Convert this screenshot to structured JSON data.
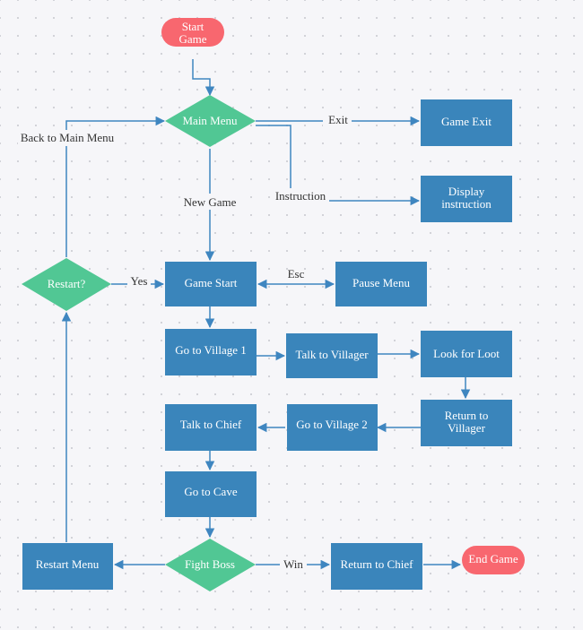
{
  "colors": {
    "process": "#3a85bb",
    "decision": "#51c794",
    "terminal": "#f8676f",
    "edge": "#3f86c0"
  },
  "nodes": {
    "start_game": {
      "lines": [
        "Start",
        "Game"
      ],
      "shape": "terminal"
    },
    "main_menu": {
      "lines": [
        "Main Menu"
      ],
      "shape": "decision"
    },
    "game_exit": {
      "lines": [
        "Game Exit"
      ],
      "shape": "process"
    },
    "display_instruction": {
      "lines": [
        "Display",
        "instruction"
      ],
      "shape": "process"
    },
    "restart_decision": {
      "lines": [
        "Restart?"
      ],
      "shape": "decision"
    },
    "game_start": {
      "lines": [
        "Game Start"
      ],
      "shape": "process"
    },
    "pause_menu": {
      "lines": [
        "Pause Menu"
      ],
      "shape": "process"
    },
    "go_to_village_1": {
      "lines": [
        "Go to Village 1"
      ],
      "shape": "process"
    },
    "talk_to_villager": {
      "lines": [
        "Talk to Villager"
      ],
      "shape": "process"
    },
    "look_for_loot": {
      "lines": [
        "Look for Loot"
      ],
      "shape": "process"
    },
    "return_to_villager": {
      "lines": [
        "Return to",
        "Villager"
      ],
      "shape": "process"
    },
    "go_to_village_2": {
      "lines": [
        "Go to Village 2"
      ],
      "shape": "process"
    },
    "talk_to_chief": {
      "lines": [
        "Talk to Chief"
      ],
      "shape": "process"
    },
    "go_to_cave": {
      "lines": [
        "Go to Cave"
      ],
      "shape": "process"
    },
    "fight_boss": {
      "lines": [
        "Fight Boss"
      ],
      "shape": "decision"
    },
    "restart_menu": {
      "lines": [
        "Restart Menu"
      ],
      "shape": "process"
    },
    "return_to_chief": {
      "lines": [
        "Return to Chief"
      ],
      "shape": "process"
    },
    "end_game": {
      "lines": [
        "End Game"
      ],
      "shape": "terminal"
    }
  },
  "edge_labels": {
    "exit": "Exit",
    "instruction": "Instruction",
    "new_game": "New Game",
    "back_to_main_menu": "Back to Main Menu",
    "yes": "Yes",
    "esc": "Esc",
    "win": "Win"
  }
}
